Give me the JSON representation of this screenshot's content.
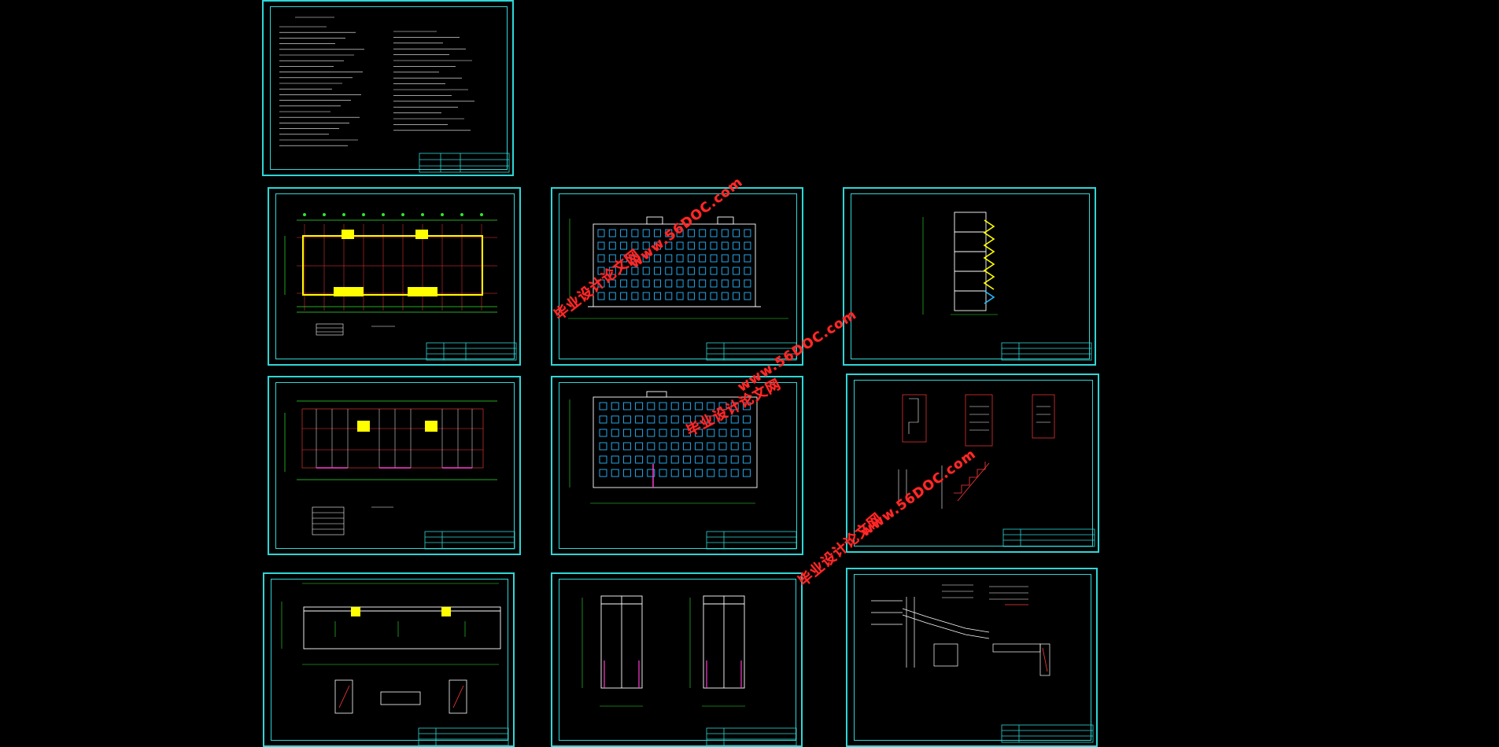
{
  "drawing": {
    "background": "#000000",
    "frame_color": "#2fd6d6",
    "line_colors": {
      "wall": "#ffffff",
      "axis": "#ff3b3b",
      "dimension": "#2ee62e",
      "window": "#27b7ff",
      "highlight": "#ffff00",
      "accent": "#ff3bd0"
    },
    "sheets": [
      {
        "id": "design-notes",
        "kind": "notes"
      },
      {
        "id": "ground-floor-plan",
        "kind": "plan"
      },
      {
        "id": "front-elevation",
        "kind": "elevation"
      },
      {
        "id": "section",
        "kind": "section"
      },
      {
        "id": "standard-floor-plan",
        "kind": "plan"
      },
      {
        "id": "rear-elevation",
        "kind": "elevation"
      },
      {
        "id": "stair-details",
        "kind": "details"
      },
      {
        "id": "roof-plan",
        "kind": "roof"
      },
      {
        "id": "side-elevations",
        "kind": "side-elevation"
      },
      {
        "id": "construction-details",
        "kind": "details"
      }
    ]
  },
  "watermarks": [
    {
      "cn": "毕业设计论文网",
      "url": "www.56DOC.com"
    },
    {
      "cn": "毕业设计论文网",
      "url": "www.56DOC.com"
    },
    {
      "cn": "毕业设计论文网",
      "url": "www.56DOC.com"
    }
  ]
}
